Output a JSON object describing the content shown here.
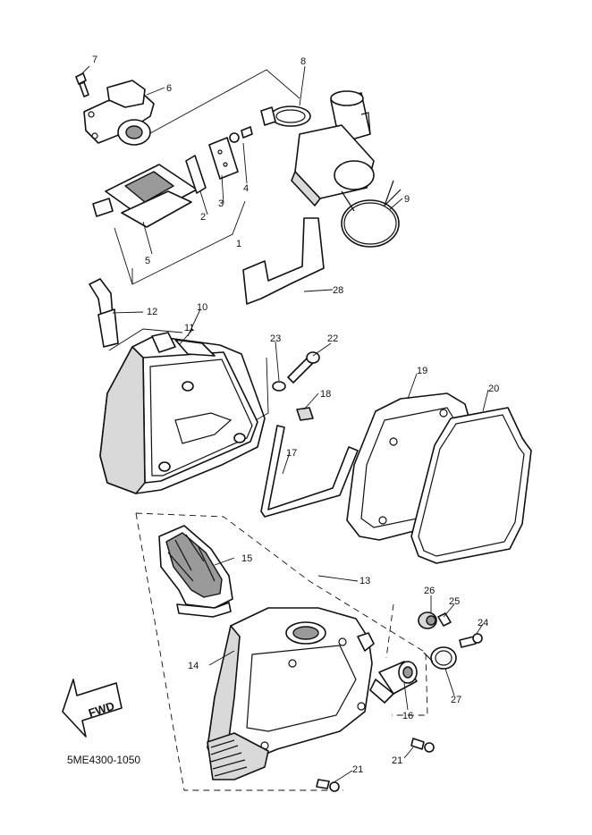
{
  "diagram_code": "5ME4300-1050",
  "fwd_label": "FWD",
  "callouts": [
    "1",
    "2",
    "3",
    "4",
    "5",
    "6",
    "7",
    "8",
    "9",
    "10",
    "11",
    "12",
    "13",
    "14",
    "15",
    "16",
    "17",
    "18",
    "19",
    "20",
    "21",
    "21",
    "22",
    "23",
    "24",
    "25",
    "26",
    "27",
    "28"
  ]
}
